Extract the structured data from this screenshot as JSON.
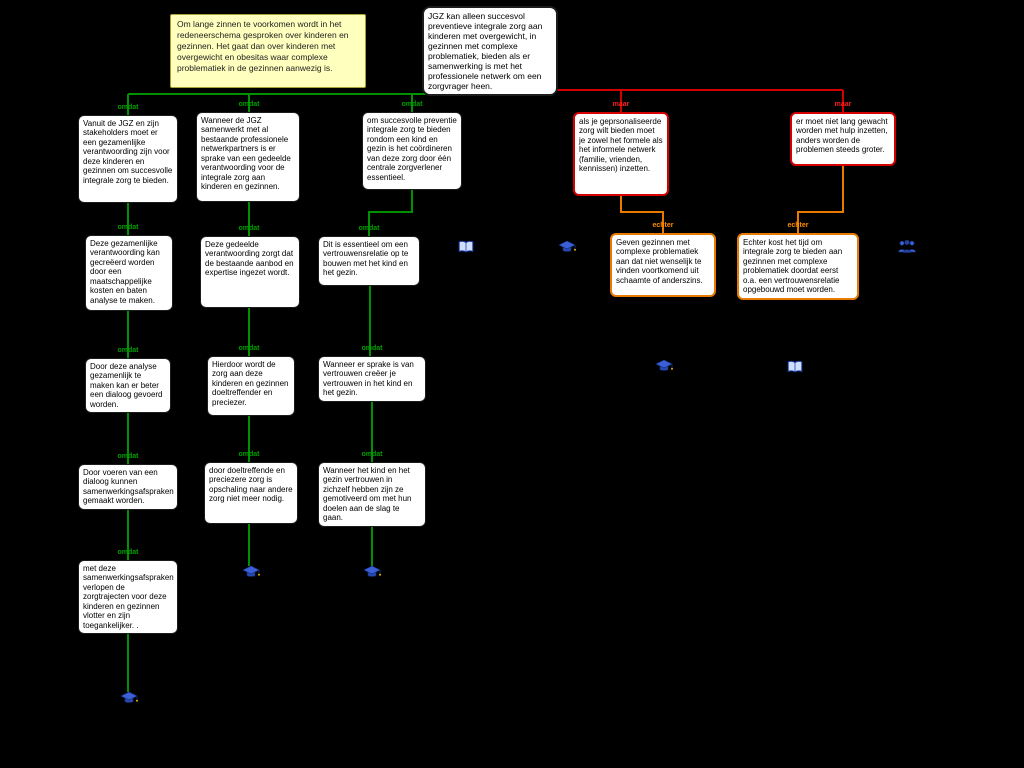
{
  "note": "Om lange zinnen te voorkomen wordt in het redeneerschema gesproken over kinderen en gezinnen. Het gaat dan over kinderen met overgewicht en obesitas waar complexe problematiek in de gezinnen aanwezig is.",
  "main_claim": "JGZ kan alleen succesvol preventieve integrale zorg aan kinderen met overgewicht, in gezinnen met complexe problematiek, bieden als er samenwerking is met het professionele netwerk om een zorgvrager heen.",
  "connector_labels": {
    "reason": "omdat",
    "objection": "maar",
    "rebuttal": "echter"
  },
  "chain1": [
    "Vanuit de JGZ en zijn stakeholders moet er een gezamenlijke verantwoording zijn voor deze kinderen en gezinnen om succesvolle integrale zorg te bieden.",
    "Deze gezamenlijke verantwoording kan gecreëerd worden door een maatschappelijke kosten en baten analyse te maken.",
    "Door deze analyse gezamenlijk te maken kan er beter een dialoog gevoerd worden.",
    "Door voeren van een dialoog kunnen samenwerkingsafspraken gemaakt worden.",
    "met deze samenwerkingsafspraken verlopen de zorgtrajecten voor deze kinderen en gezinnen vlotter en zijn toegankelijker. ."
  ],
  "chain2": [
    "Wanneer de JGZ samenwerkt met al bestaande professionele netwerkpartners  is er sprake van een gedeelde verantwoording voor de integrale zorg aan kinderen en gezinnen.",
    "Deze gedeelde verantwoording zorgt dat de bestaande aanbod en expertise ingezet wordt.",
    "Hierdoor wordt de zorg aan deze kinderen en gezinnen doeltreffender en preciezer.",
    "door doeltreffende en preciezere zorg is opschaling naar andere zorg niet meer nodig."
  ],
  "chain3": [
    "om succesvolle preventie integrale zorg te bieden rondom een kind en gezin is het coördineren van deze zorg door één centrale zorgverlener essentieel.",
    "Dit is essentieel om een vertrouwensrelatie op te bouwen met het kind en het gezin.",
    "Wanneer er sprake is van vertrouwen creëer je vertrouwen in het kind en het gezin.",
    "Wanneer het kind en het gezin vertrouwen in zichzelf hebben zijn ze gemotiveerd om met hun doelen aan de slag te gaan."
  ],
  "objections": [
    "als je geprsonaliseerde zorg wilt bieden moet je zowel het formele als het informele netwerk  (familie, vrienden, kennissen) inzetten.",
    "er moet niet lang gewacht worden met hulp inzetten, anders worden de problemen steeds groter."
  ],
  "rebuttals": [
    "Geven gezinnen met complexe problematiek aan dat niet wenselijk te vinden voortkomend uit schaamte of anderszins.",
    "Echter kost het tijd om integrale zorg te bieden aan gezinnen met complexe problematiek doordat eerst o.a. een vertrouwensrelatie opgebouwd moet worden."
  ],
  "colors": {
    "reason_line": "#009100",
    "objection_line": "#d40000",
    "rebuttal_line": "#e87a00",
    "note_bg": "#ffffbe",
    "canvas_bg": "#000000"
  },
  "icons": {
    "expert": "graduate-cap-icon",
    "publication": "book-icon",
    "general_opinion": "people-icon"
  }
}
